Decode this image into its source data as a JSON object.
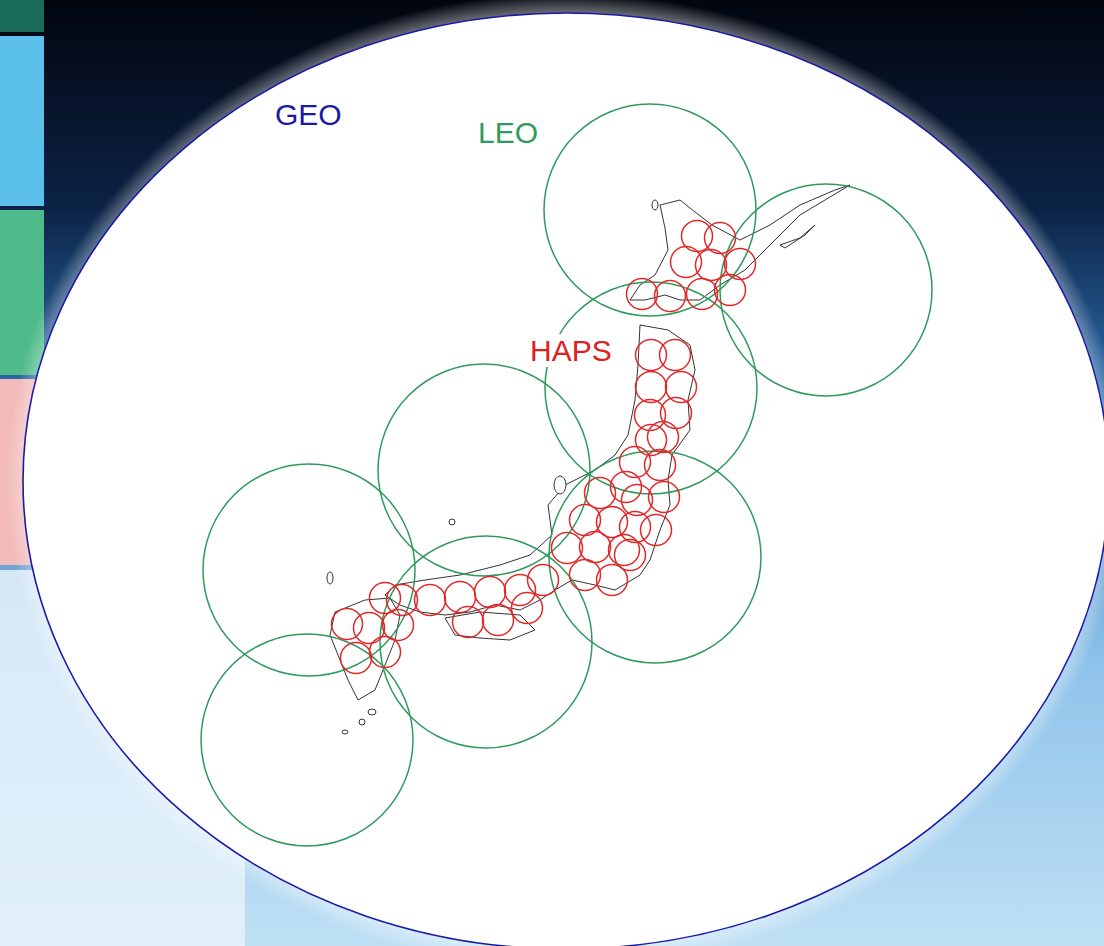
{
  "diagram": {
    "labels": [
      "GEO",
      "LEO",
      "HAPS"
    ]
  }
}
